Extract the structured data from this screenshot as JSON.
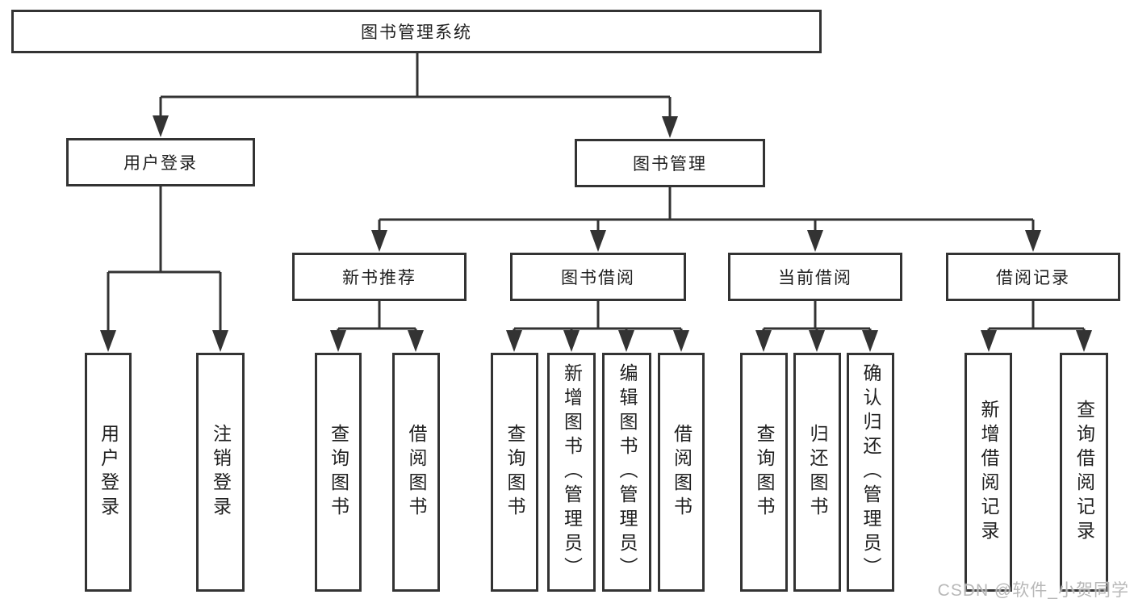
{
  "diagram_title": "图书管理系统",
  "tree": {
    "root": {
      "label": "图书管理系统"
    },
    "branches": [
      {
        "label": "用户登录",
        "children": [
          {
            "label": "用户登录"
          },
          {
            "label": "注销登录"
          }
        ]
      },
      {
        "label": "图书管理",
        "children": [
          {
            "label": "新书推荐",
            "children": [
              {
                "label": "查询图书"
              },
              {
                "label": "借阅图书"
              }
            ]
          },
          {
            "label": "图书借阅",
            "children": [
              {
                "label": "查询图书"
              },
              {
                "label": "新增图书（管理员）"
              },
              {
                "label": "编辑图书（管理员）"
              },
              {
                "label": "借阅图书"
              }
            ]
          },
          {
            "label": "当前借阅",
            "children": [
              {
                "label": "查询图书"
              },
              {
                "label": "归还图书"
              },
              {
                "label": "确认归还（管理员）"
              }
            ]
          },
          {
            "label": "借阅记录",
            "children": [
              {
                "label": "新增借阅记录"
              },
              {
                "label": "查询借阅记录"
              }
            ]
          }
        ]
      }
    ]
  },
  "watermark": "CSDN @软件_小贺同学",
  "colors": {
    "line": "#333333",
    "box_border": "#333333",
    "box_fill": "#ffffff",
    "text": "#1f1f1f",
    "watermark": "#b2b2b2",
    "background": "#ffffff"
  }
}
